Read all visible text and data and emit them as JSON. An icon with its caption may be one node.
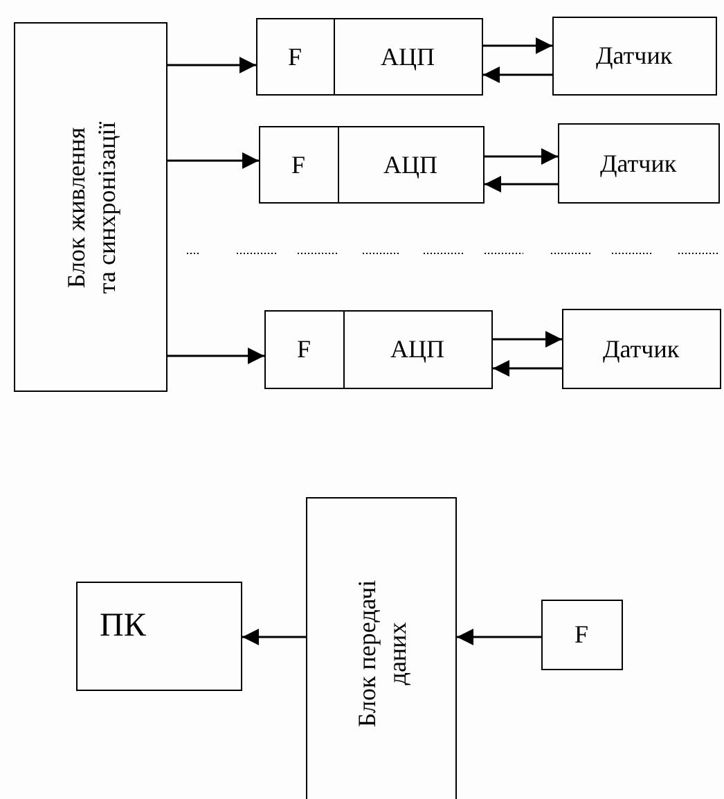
{
  "diagram": {
    "nodes": [
      {
        "text": [
          "Блок живлення та синхронізації"
        ]
      },
      {
        "text": [
          "F"
        ]
      },
      {
        "text": [
          "АЦП"
        ]
      },
      {
        "text": [
          "Датчик"
        ]
      },
      {
        "text": [
          "F"
        ]
      },
      {
        "text": [
          "АЦП"
        ]
      },
      {
        "text": [
          "Датчик"
        ]
      },
      {
        "text": [
          "F"
        ]
      },
      {
        "text": [
          "АЦП"
        ]
      },
      {
        "text": [
          "Датчик"
        ]
      },
      {
        "text": [
          "ПК"
        ]
      },
      {
        "text": [
          "Блок передачі даних"
        ]
      },
      {
        "text": [
          "F"
        ]
      }
    ],
    "edges": [
      {
        "from": 0,
        "to": 1,
        "arrow": "to"
      },
      {
        "from": 2,
        "to": 3,
        "arrow": "to"
      },
      {
        "from": 3,
        "to": 2,
        "arrow": "to"
      },
      {
        "from": 0,
        "to": 4,
        "arrow": "to"
      },
      {
        "from": 5,
        "to": 6,
        "arrow": "to"
      },
      {
        "from": 6,
        "to": 5,
        "arrow": "to"
      },
      {
        "from": 0,
        "to": 7,
        "arrow": "to"
      },
      {
        "from": 8,
        "to": 9,
        "arrow": "to"
      },
      {
        "from": 9,
        "to": 8,
        "arrow": "to"
      },
      {
        "from": 12,
        "to": 11,
        "arrow": "to"
      },
      {
        "from": 11,
        "to": 10,
        "arrow": "to"
      }
    ]
  }
}
